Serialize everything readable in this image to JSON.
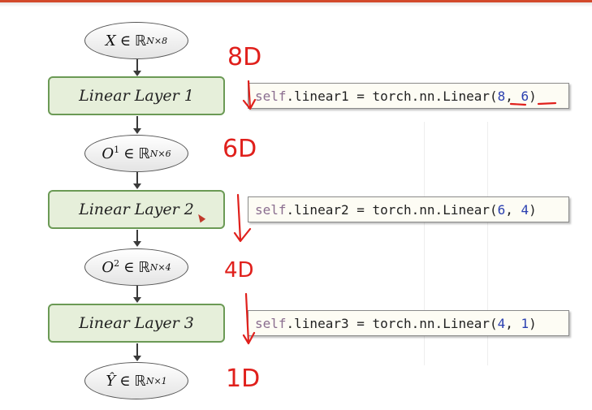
{
  "nodes": [
    {
      "var": "X",
      "hat": false,
      "sup": "",
      "set": "ℝ",
      "dims": "N×8"
    },
    {
      "var": "O",
      "hat": false,
      "sup": "1",
      "set": "ℝ",
      "dims": "N×6"
    },
    {
      "var": "O",
      "hat": false,
      "sup": "2",
      "set": "ℝ",
      "dims": "N×4"
    },
    {
      "var": "Ŷ",
      "hat": true,
      "sup": "",
      "set": "ℝ",
      "dims": "N×1"
    }
  ],
  "element_of": "∈",
  "layers": [
    "Linear Layer 1",
    "Linear Layer 2",
    "Linear Layer 3"
  ],
  "code_lines": [
    {
      "kw": "self",
      "rest": ".linear1 = torch.nn.Linear(",
      "a": "8",
      "sep": ", ",
      "b": "6",
      "close": ")"
    },
    {
      "kw": "self",
      "rest": ".linear2 = torch.nn.Linear(",
      "a": "6",
      "sep": ", ",
      "b": "4",
      "close": ")"
    },
    {
      "kw": "self",
      "rest": ".linear3 = torch.nn.Linear(",
      "a": "4",
      "sep": ", ",
      "b": "1",
      "close": ")"
    }
  ],
  "annotations": [
    "8D",
    "6D",
    "4D",
    "1D"
  ],
  "colors": {
    "ink": "#e0201c",
    "layer_fill": "#e6efda",
    "layer_border": "#6b9a55"
  }
}
